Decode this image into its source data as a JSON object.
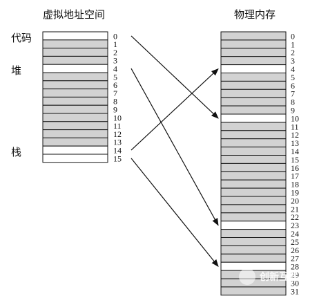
{
  "titles": {
    "virtual": "虚拟地址空间",
    "physical": "物理内存"
  },
  "segments": [
    {
      "label": "代码",
      "page": 0
    },
    {
      "label": "堆",
      "page": 4
    },
    {
      "label": "栈",
      "page": 14
    }
  ],
  "virtual_memory": {
    "pages": 16,
    "used_pages": [
      0,
      4,
      14,
      15
    ],
    "colors": {
      "used": "#ffffff",
      "unused": "#d2d2d2"
    }
  },
  "physical_memory": {
    "frames": 32,
    "used_frames": [
      4,
      10,
      23,
      28
    ],
    "colors": {
      "used": "#ffffff",
      "unused": "#d2d2d2"
    }
  },
  "mappings": [
    {
      "virtual": 0,
      "physical": 10
    },
    {
      "virtual": 4,
      "physical": 23
    },
    {
      "virtual": 14,
      "physical": 4
    },
    {
      "virtual": 15,
      "physical": 28
    }
  ],
  "watermark": {
    "text": "创新互联"
  }
}
